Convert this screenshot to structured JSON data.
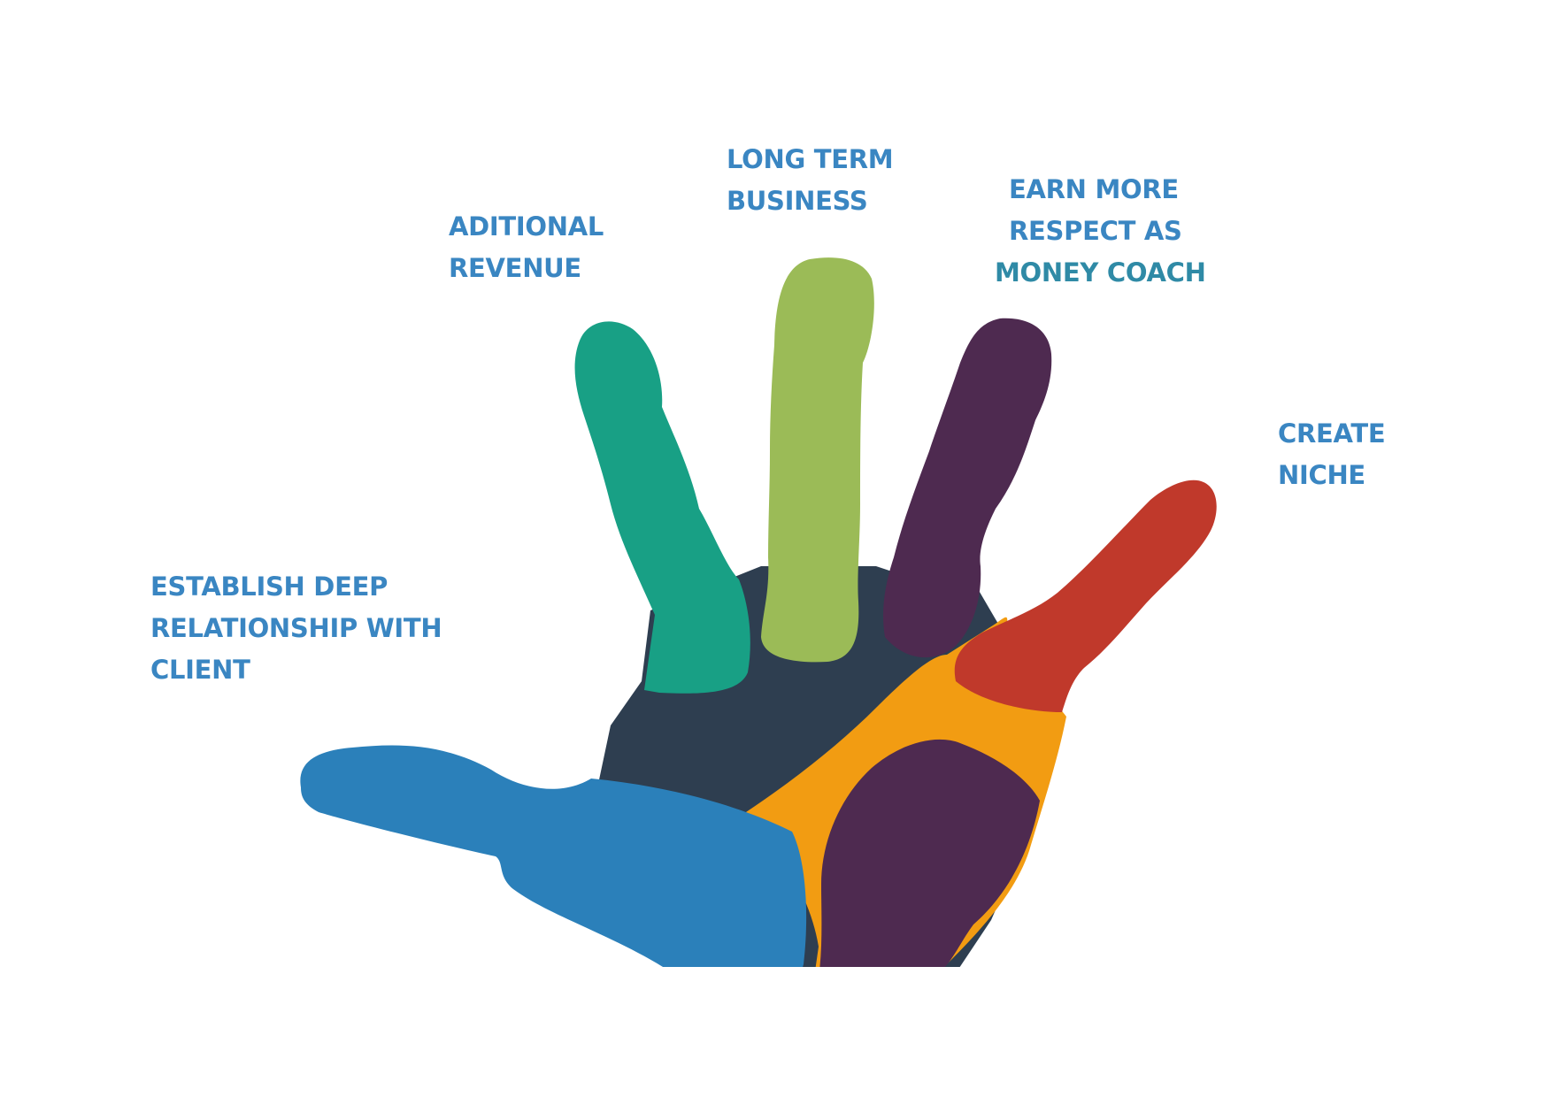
{
  "labels": {
    "thumb": {
      "lines": [
        "ESTABLISH DEEP",
        "RELATIONSHIP WITH",
        "CLIENT"
      ],
      "color": "#3a86c2"
    },
    "index": {
      "lines": [
        "ADITIONAL",
        "REVENUE"
      ],
      "color": "#3a86c2"
    },
    "middle": {
      "lines": [
        "LONG TERM",
        "BUSINESS"
      ],
      "color": "#3a86c2"
    },
    "ring": {
      "lines": [
        "EARN MORE",
        "RESPECT AS",
        "MONEY COACH"
      ],
      "color": "#3a86c2",
      "last_line_color": "#2f8aa6"
    },
    "pinky": {
      "lines": [
        "CREATE",
        "NICHE"
      ],
      "color": "#3a86c2"
    }
  },
  "colors": {
    "palm": "#2e3e50",
    "thumb": "#2b80ba",
    "index_finger": "#18a085",
    "middle_finger": "#9bbb57",
    "ring_finger": "#4e2a50",
    "pinky_finger": "#c0392b",
    "center_palm": "#f29c12",
    "heel_of_palm": "#4e2a50"
  }
}
